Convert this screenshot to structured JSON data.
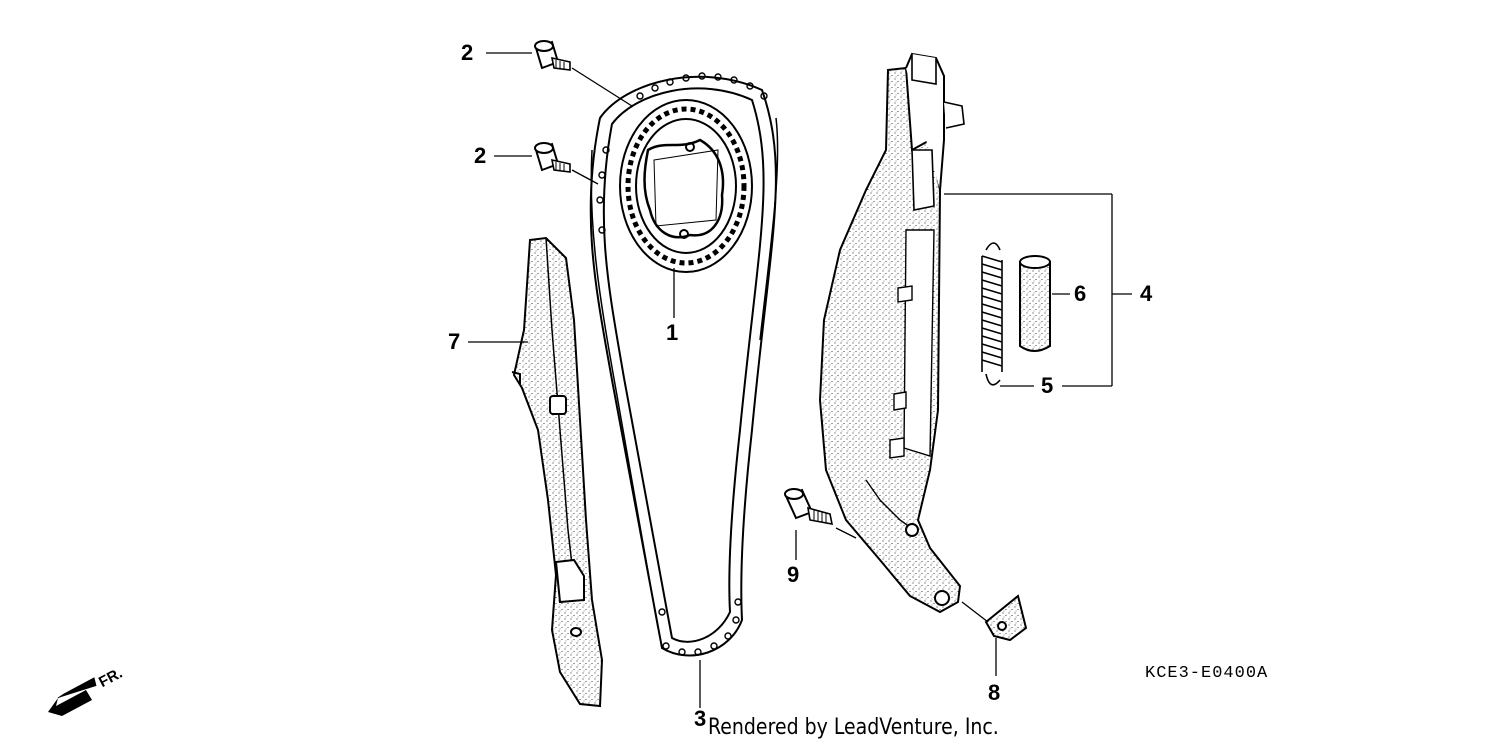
{
  "diagram": {
    "code": "KCE3-E0400A",
    "credit": "Rendered by LeadVenture, Inc.",
    "direction_label": "FR.",
    "callouts": {
      "c1": "1",
      "c2a": "2",
      "c2b": "2",
      "c3": "3",
      "c4": "4",
      "c5": "5",
      "c6": "6",
      "c7": "7",
      "c8": "8",
      "c9": "9"
    },
    "parts": [
      {
        "ref": "1",
        "icon": "cam-sprocket-icon"
      },
      {
        "ref": "2",
        "icon": "bolt-icon"
      },
      {
        "ref": "3",
        "icon": "cam-chain-icon"
      },
      {
        "ref": "4",
        "icon": "tensioner-assembly-icon"
      },
      {
        "ref": "5",
        "icon": "spring-icon"
      },
      {
        "ref": "6",
        "icon": "collar-icon"
      },
      {
        "ref": "7",
        "icon": "chain-guide-icon"
      },
      {
        "ref": "8",
        "icon": "tensioner-stopper-icon"
      },
      {
        "ref": "9",
        "icon": "pivot-bolt-icon"
      }
    ]
  }
}
